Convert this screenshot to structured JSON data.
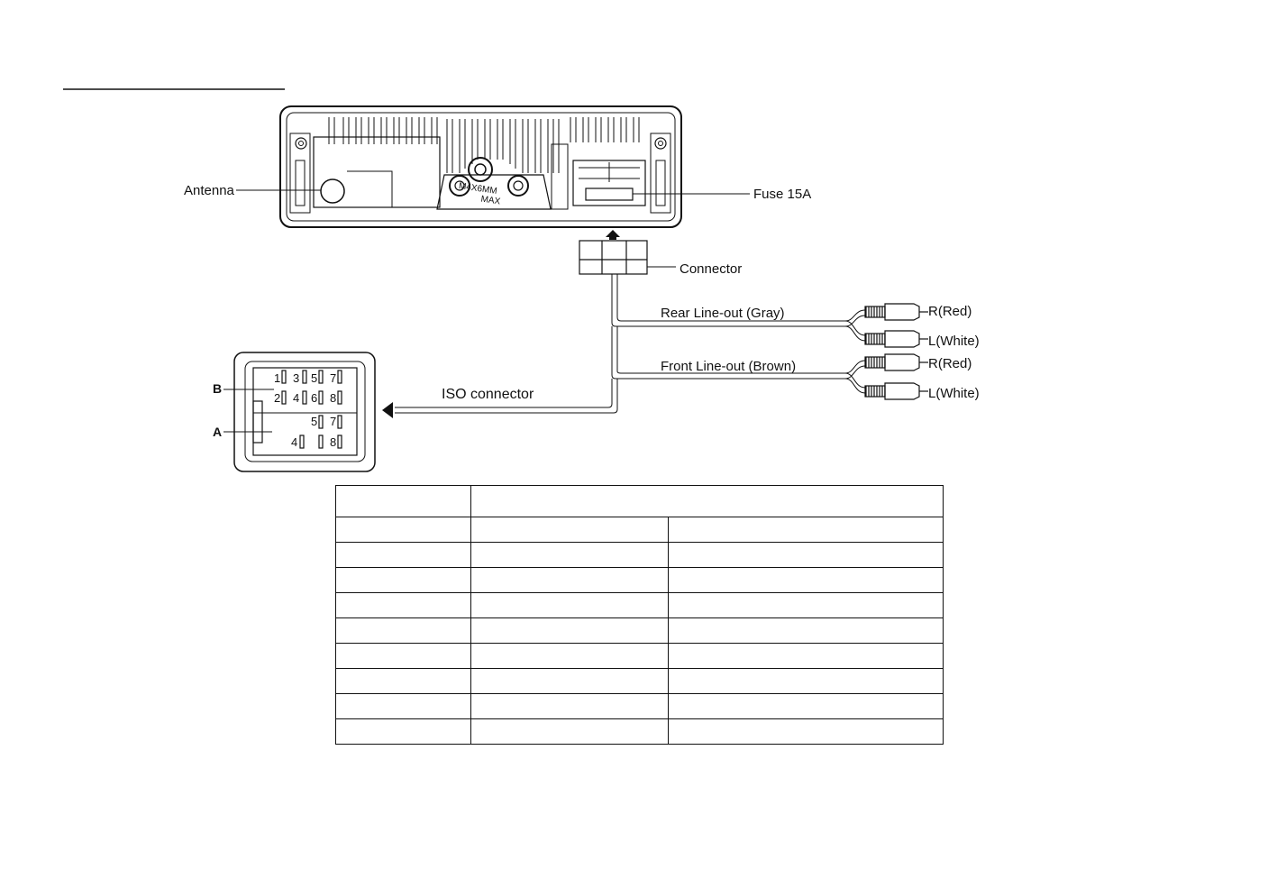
{
  "labels": {
    "antenna": "Antenna",
    "fuse": "Fuse 15A",
    "connector": "Connector",
    "rear_lineout": "Rear Line-out (Gray)",
    "front_lineout": "Front Line-out (Brown)",
    "iso_connector": "ISO connector",
    "rear_r": "R(Red)",
    "rear_l": "L(White)",
    "front_r": "R(Red)",
    "front_l": "L(White)",
    "unit_marking_1": "M4X6MM",
    "unit_marking_2": "MAX"
  },
  "iso": {
    "block_b_label": "B",
    "block_a_label": "A",
    "b_row1": [
      "1",
      "3",
      "5",
      "7"
    ],
    "b_row2": [
      "2",
      "4",
      "6",
      "8"
    ],
    "a_row1": [
      "5",
      "7"
    ],
    "a_row2": [
      "4",
      "8"
    ]
  },
  "table": {
    "header": [
      ""
    ],
    "rows": [
      [
        "",
        "",
        ""
      ],
      [
        "",
        "",
        ""
      ],
      [
        "",
        "",
        ""
      ],
      [
        "",
        "",
        ""
      ],
      [
        "",
        "",
        ""
      ],
      [
        "",
        "",
        ""
      ],
      [
        "",
        "",
        ""
      ],
      [
        "",
        "",
        ""
      ],
      [
        "",
        "",
        ""
      ]
    ]
  }
}
